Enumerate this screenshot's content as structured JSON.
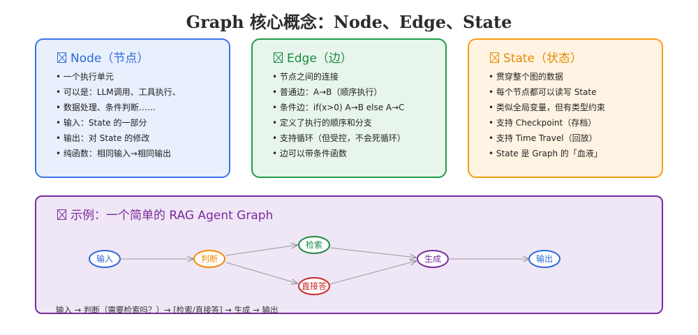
{
  "title": "Graph 核心概念：Node、Edge、State",
  "cards": [
    {
      "icon": "box-icon",
      "heading": "Node（节点）",
      "items": [
        "一个执行单元",
        "可以是：LLM调用、工具执行、",
        "数据处理、条件判断……",
        "输入：State 的一部分",
        "输出：对 State 的修改",
        "纯函数：相同输入→相同输出"
      ]
    },
    {
      "icon": "box-icon",
      "heading": "Edge（边）",
      "items": [
        "节点之间的连接",
        "普通边：A→B（顺序执行）",
        "条件边：if(x>0) A→B else A→C",
        "定义了执行的顺序和分支",
        "支持循环（但受控，不会死循环）",
        "边可以带条件函数"
      ]
    },
    {
      "icon": "box-icon",
      "heading": "State（状态）",
      "items": [
        "贯穿整个图的数据",
        "每个节点都可以读写 State",
        "类似全局变量，但有类型约束",
        "支持 Checkpoint（存档）",
        "支持 Time Travel（回放）",
        "State 是 Graph 的「血液」"
      ]
    }
  ],
  "example": {
    "icon": "box-icon",
    "heading": "示例：一个简单的 RAG Agent Graph",
    "nodes": [
      {
        "label": "输入",
        "color": "#2f68d9"
      },
      {
        "label": "判断",
        "color": "#f08c00"
      },
      {
        "label": "检索",
        "color": "#1a8a43"
      },
      {
        "label": "直接答",
        "color": "#c62828"
      },
      {
        "label": "生成",
        "color": "#7a2a9a"
      },
      {
        "label": "输出",
        "color": "#2f68d9"
      }
    ],
    "caption": "输入 → 判断（需要检索吗？）→ [检索/直接答] → 生成 → 输出"
  }
}
